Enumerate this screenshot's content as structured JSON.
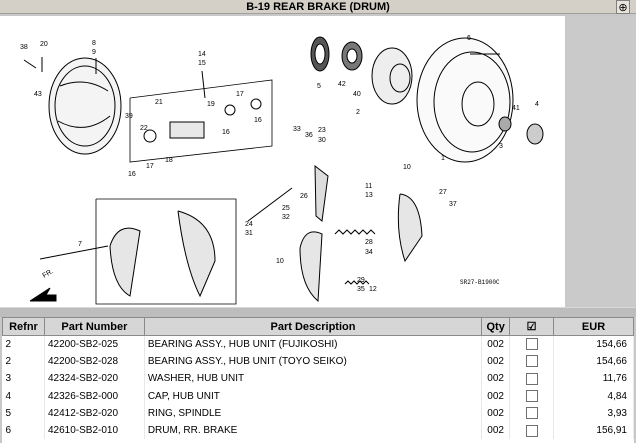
{
  "header": {
    "title": "B-19 REAR BRAKE (DRUM)",
    "zoom_icon": "magnifier-plus-icon"
  },
  "diagram": {
    "labels": [
      "38",
      "20",
      "43",
      "8",
      "9",
      "14",
      "15",
      "21",
      "22",
      "39",
      "18",
      "16",
      "17",
      "19",
      "17",
      "16",
      "16",
      "5",
      "42",
      "40",
      "2",
      "6",
      "1",
      "41",
      "3",
      "4",
      "33",
      "36",
      "23",
      "30",
      "26",
      "11",
      "13",
      "10",
      "27",
      "37",
      "25",
      "32",
      "24",
      "31",
      "28",
      "34",
      "10",
      "29",
      "35",
      "12",
      "7",
      "FR."
    ],
    "ref_code": "SR27-B1900C"
  },
  "table": {
    "headers": {
      "refnr": "Refnr",
      "part_number": "Part Number",
      "part_description": "Part Description",
      "qty": "Qty",
      "select_icon": "checklist-icon",
      "eur": "EUR"
    },
    "rows": [
      {
        "refnr": "2",
        "part_number": "42200-SB2-025",
        "description": "BEARING ASSY., HUB UNIT (FUJIKOSHI)",
        "qty": "002",
        "eur": "154,66"
      },
      {
        "refnr": "2",
        "part_number": "42200-SB2-028",
        "description": "BEARING ASSY., HUB UNIT (TOYO SEIKO)",
        "qty": "002",
        "eur": "154,66"
      },
      {
        "refnr": "3",
        "part_number": "42324-SB2-020",
        "description": "WASHER, HUB UNIT",
        "qty": "002",
        "eur": "11,76"
      },
      {
        "refnr": "4",
        "part_number": "42326-SB2-000",
        "description": "CAP, HUB UNIT",
        "qty": "002",
        "eur": "4,84"
      },
      {
        "refnr": "5",
        "part_number": "42412-SB2-020",
        "description": "RING, SPINDLE",
        "qty": "002",
        "eur": "3,93"
      },
      {
        "refnr": "6",
        "part_number": "42610-SB2-010",
        "description": "DRUM, RR. BRAKE",
        "qty": "002",
        "eur": "156,91"
      }
    ]
  }
}
